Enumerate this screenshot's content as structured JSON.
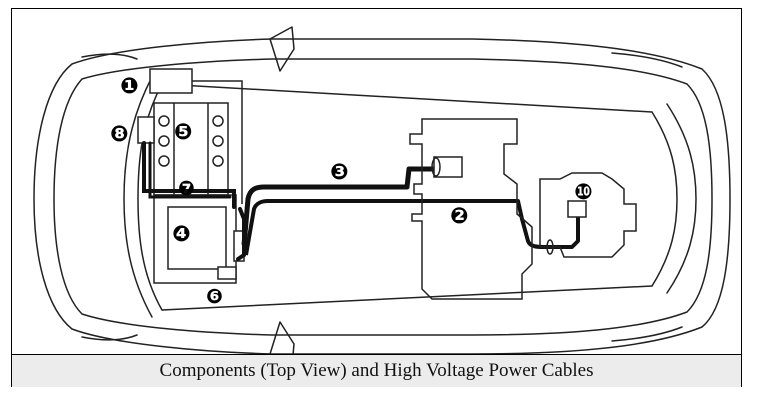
{
  "caption": "Components (Top View) and High Voltage Power Cables",
  "callouts": [
    {
      "id": "1",
      "glyph": "❶"
    },
    {
      "id": "2",
      "glyph": "❷"
    },
    {
      "id": "3",
      "glyph": "❸"
    },
    {
      "id": "4",
      "glyph": "❹"
    },
    {
      "id": "5",
      "glyph": "❺"
    },
    {
      "id": "6",
      "glyph": "❻"
    },
    {
      "id": "7",
      "glyph": "❼"
    },
    {
      "id": "8",
      "glyph": "❽"
    },
    {
      "id": "10",
      "glyph": "❿"
    }
  ],
  "colors": {
    "line": "#222222",
    "cable": "#111111",
    "callout": "#000000"
  }
}
